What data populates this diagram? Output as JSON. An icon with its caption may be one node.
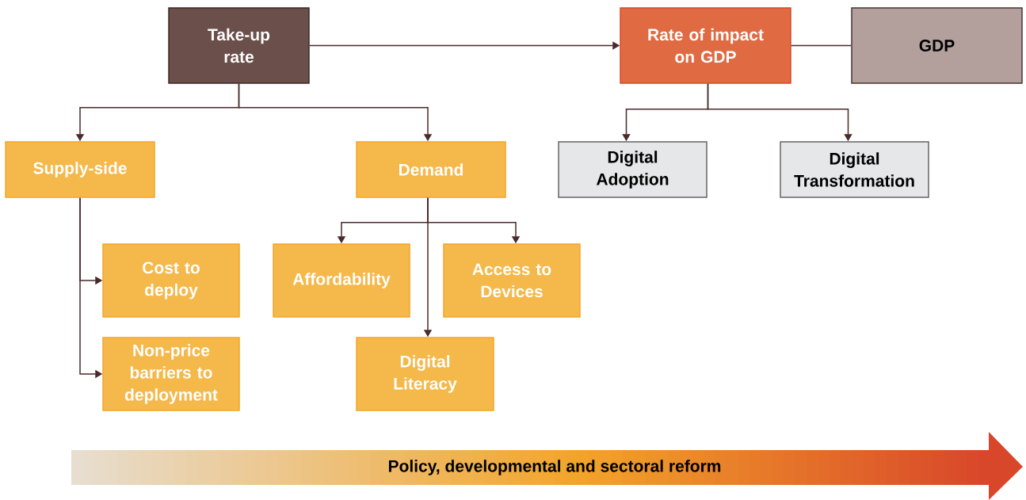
{
  "diagram": {
    "nodes": [
      {
        "text": [
          "Take-up rate"
        ]
      },
      {
        "text": [
          "Rate of impact on GDP"
        ]
      },
      {
        "text": [
          "GDP"
        ]
      },
      {
        "text": [
          "Supply-side"
        ]
      },
      {
        "text": [
          "Demand"
        ]
      },
      {
        "text": [
          "Digital Adoption"
        ]
      },
      {
        "text": [
          "Digital Transformation"
        ]
      },
      {
        "text": [
          "Cost to deploy"
        ]
      },
      {
        "text": [
          "Non-price barriers to deployment"
        ]
      },
      {
        "text": [
          "Affordability"
        ]
      },
      {
        "text": [
          "Access to Devices"
        ]
      },
      {
        "text": [
          "Digital Literacy"
        ]
      },
      {
        "text": [
          "Policy, developmental and sectoral reform"
        ]
      }
    ],
    "edges": [
      {
        "from": 0,
        "to": 1,
        "arrow": "to"
      },
      {
        "from": 1,
        "to": 2,
        "arrow": "none"
      },
      {
        "from": 0,
        "to": 3,
        "arrow": "to"
      },
      {
        "from": 0,
        "to": 4,
        "arrow": "to"
      },
      {
        "from": 1,
        "to": 5,
        "arrow": "to"
      },
      {
        "from": 1,
        "to": 6,
        "arrow": "to"
      },
      {
        "from": 3,
        "to": 7,
        "arrow": "to"
      },
      {
        "from": 3,
        "to": 8,
        "arrow": "to"
      },
      {
        "from": 4,
        "to": 9,
        "arrow": "to"
      },
      {
        "from": 4,
        "to": 10,
        "arrow": "to"
      },
      {
        "from": 4,
        "to": 11,
        "arrow": "to"
      }
    ]
  }
}
